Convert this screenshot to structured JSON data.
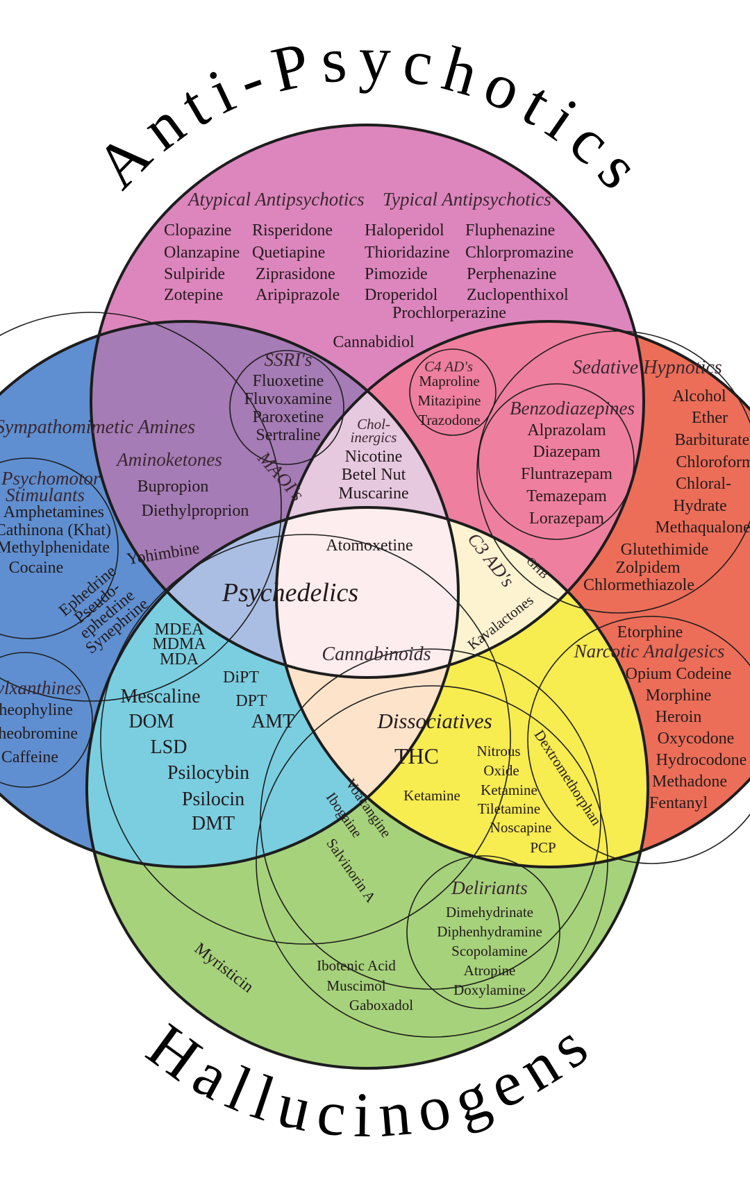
{
  "titles": {
    "top": "Anti-Psychotics",
    "bottom": "Hallucinogens"
  },
  "colors": {
    "anti_psychotics": "#dc86bd",
    "stimulants": "#5f8fd0",
    "depressants": "#ec6e58",
    "hallucinogens": "#a6d27b",
    "antidepressants": "#a57cb5",
    "sedative_overlap": "#ee7f9f",
    "psychedelics": "#7acee0",
    "dissociatives": "#f7ec50",
    "cholinergics": "#e6c8df",
    "psychedelics_upper": "#a9bee2",
    "c3_ads": "#fdf3d1",
    "thc_region": "#fde3ca",
    "center": "#fdedee"
  },
  "anti_psychotics": {
    "atypical": {
      "label": "Atypical Antipsychotics",
      "items": [
        "Clopazine",
        "Olanzapine",
        "Sulpiride",
        "Zotepine",
        "Risperidone",
        "Quetiapine",
        "Ziprasidone",
        "Aripiprazole"
      ]
    },
    "typical": {
      "label": "Typical Antipsychotics",
      "items": [
        "Haloperidol",
        "Thioridazine",
        "Pimozide",
        "Droperidol",
        "Fluphenazine",
        "Chlorpromazine",
        "Perphenazine",
        "Zuclopenthixol",
        "Prochlorperazine"
      ]
    },
    "cannabidiol": "Cannabidiol"
  },
  "antidepressants": {
    "ssri": {
      "label": "SSRI's",
      "items": [
        "Fluoxetine",
        "Fluvoxamine",
        "Paroxetine",
        "Sertraline"
      ]
    },
    "aminoketones": {
      "label": "Aminoketones",
      "items": [
        "Bupropion",
        "Diethylproprion"
      ]
    },
    "maoi": "MAOI's",
    "c4": {
      "label": "C4 AD's",
      "items": [
        "Maproline",
        "Mitazipine",
        "Trazodone"
      ]
    }
  },
  "stimulants": {
    "sympathomimetic": "Sympathomimetic Amines",
    "psychomotor": {
      "label_1": "Psychomotor",
      "label_2": "Stimulants",
      "items": [
        "Amphetamines",
        "Cathinona (Khat)",
        "Methylphenidate",
        "Cocaine"
      ]
    },
    "yohimbine": "Yohimbine",
    "ephedrine": [
      "Ephedrine",
      "Pseudo-",
      "ephedrine",
      "Synephrine"
    ],
    "methylxanthines": {
      "label": "Methylxanthines",
      "items": [
        "Theophyline",
        "Theobromine",
        "Caffeine"
      ]
    }
  },
  "cholinergics": {
    "label_1": "Chol-",
    "label_2": "inergics",
    "items": [
      "Nicotine",
      "Betel Nut",
      "Muscarine"
    ]
  },
  "center": {
    "atomoxetine": "Atomoxetine",
    "psychedelics_label": "Psychedelics",
    "cannabinoids_label": "Cannabinoids"
  },
  "psychedelics": {
    "mde": [
      "MDEA",
      "MDMA",
      "MDA"
    ],
    "left": [
      "Mescaline",
      "DOM",
      "LSD",
      "Psilocybin",
      "Psilocin",
      "DMT"
    ],
    "right": [
      "DiPT",
      "DPT",
      "AMT"
    ]
  },
  "depressants": {
    "sedative_label": "Sedative Hypnotics",
    "benzodiazepines": {
      "label": "Benzodiazepines",
      "items": [
        "Alprazolam",
        "Diazepam",
        "Fluntrazepam",
        "Temazepam",
        "Lorazepam"
      ]
    },
    "hypnotics": [
      "Alcohol",
      "Ether",
      "Barbiturates",
      "Chloroform",
      "Chloral-",
      "Hydrate",
      "Methaqualone",
      "Glutethimide",
      "Zolpidem",
      "Chlormethiazole"
    ],
    "c3_ads": "C3 AD's",
    "ghb": "GHB",
    "kavalactones": "Kavalactones",
    "narcotic": {
      "label": "Narcotic Analgesics",
      "etorphine": "Etorphine",
      "items": [
        "Opium Codeine",
        "Morphine",
        "Heroin",
        "Oxycodone",
        "Hydrocodone",
        "Methadone",
        "Fentanyl"
      ]
    }
  },
  "dissociatives": {
    "label": "Dissociatives",
    "thc": "THC",
    "ketamine": "Ketamine",
    "items": [
      "Nitrous",
      "Oxide",
      "Ketamine",
      "Tiletamine",
      "Noscapine",
      "PCP"
    ],
    "dextromethorphan": "Dextromethorphan"
  },
  "hallucinogens": {
    "voacangine": "Voacangine",
    "ibogaine": "Ibogaine",
    "salvinorin": "Salvinorin A",
    "myristicin": "Myristicin",
    "gaba": [
      "Ibotenic Acid",
      "Muscimol",
      "Gaboxadol"
    ],
    "deliriants": {
      "label": "Deliriants",
      "items": [
        "Dimehydrinate",
        "Diphenhydramine",
        "Scopolamine",
        "Atropine",
        "Doxylamine"
      ]
    }
  }
}
